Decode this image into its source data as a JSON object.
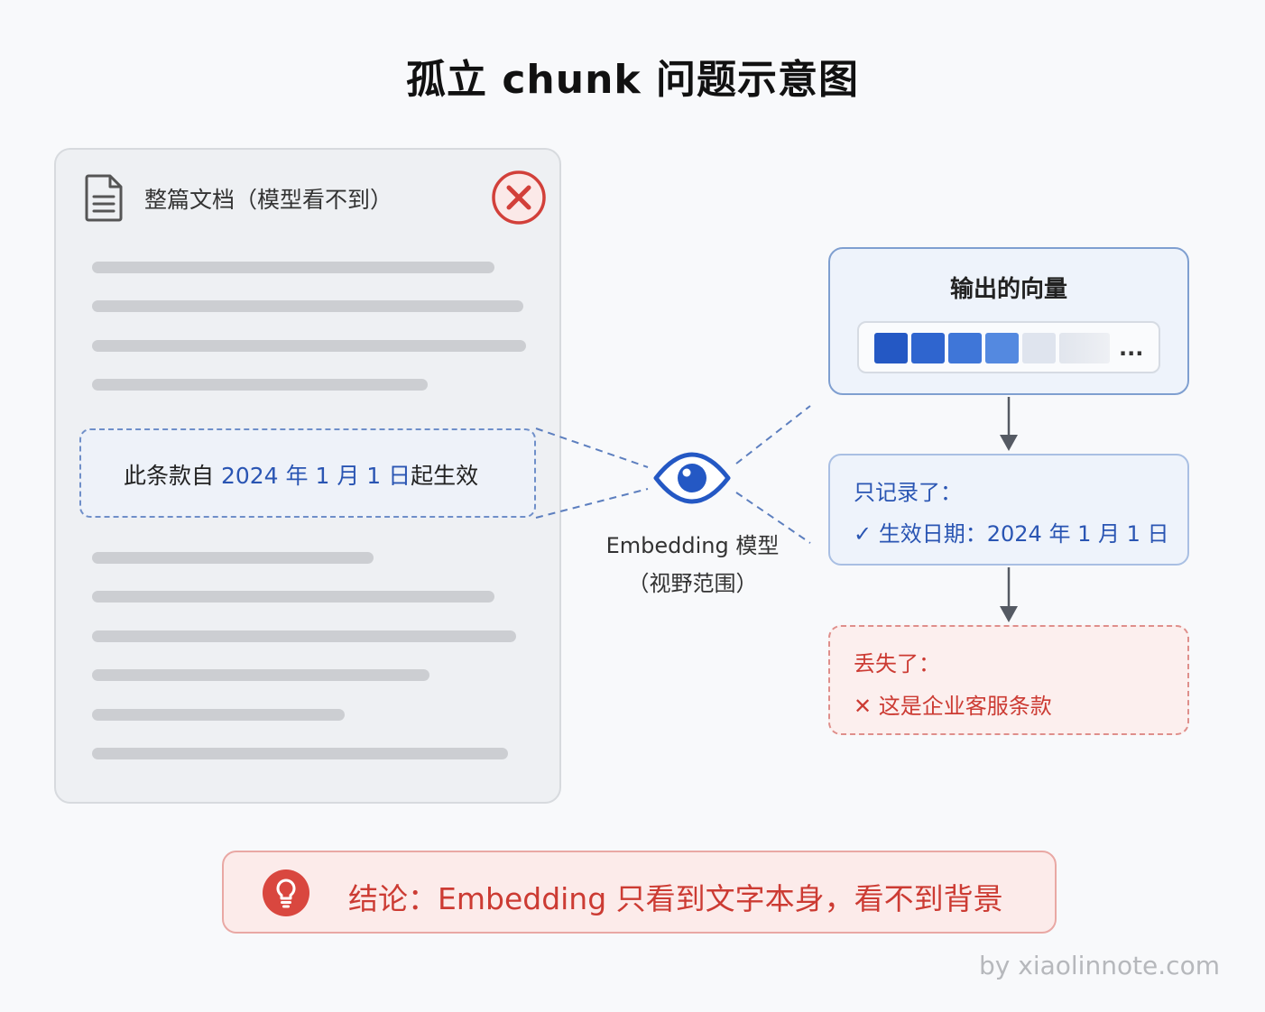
{
  "title": "孤立 chunk 问题示意图",
  "document": {
    "title": "整篇文档（模型看不到）",
    "chunk": {
      "prefix": "此条款自 ",
      "date": "2024 年 1 月 1 日",
      "suffix": "起生效"
    }
  },
  "model": {
    "name": "Embedding 模型",
    "scope": "（视野范围）"
  },
  "vector": {
    "title": "输出的向量",
    "more": "..."
  },
  "recorded": {
    "heading": "只记录了：",
    "item": "生效日期：2024 年 1 月 1 日"
  },
  "lost": {
    "heading": "丢失了：",
    "item": "这是企业客服条款"
  },
  "conclusion": "结论：Embedding 只看到文字本身，看不到背景",
  "watermark": "by xiaolinnote.com",
  "colors": {
    "accent_blue": "#2a55b3",
    "alert_red": "#cc3b33",
    "vector_cells": [
      "#2458c4",
      "#2f65cf",
      "#3f76d8",
      "#5489e0",
      "#dfe4ee",
      "#e3e7ee"
    ]
  }
}
